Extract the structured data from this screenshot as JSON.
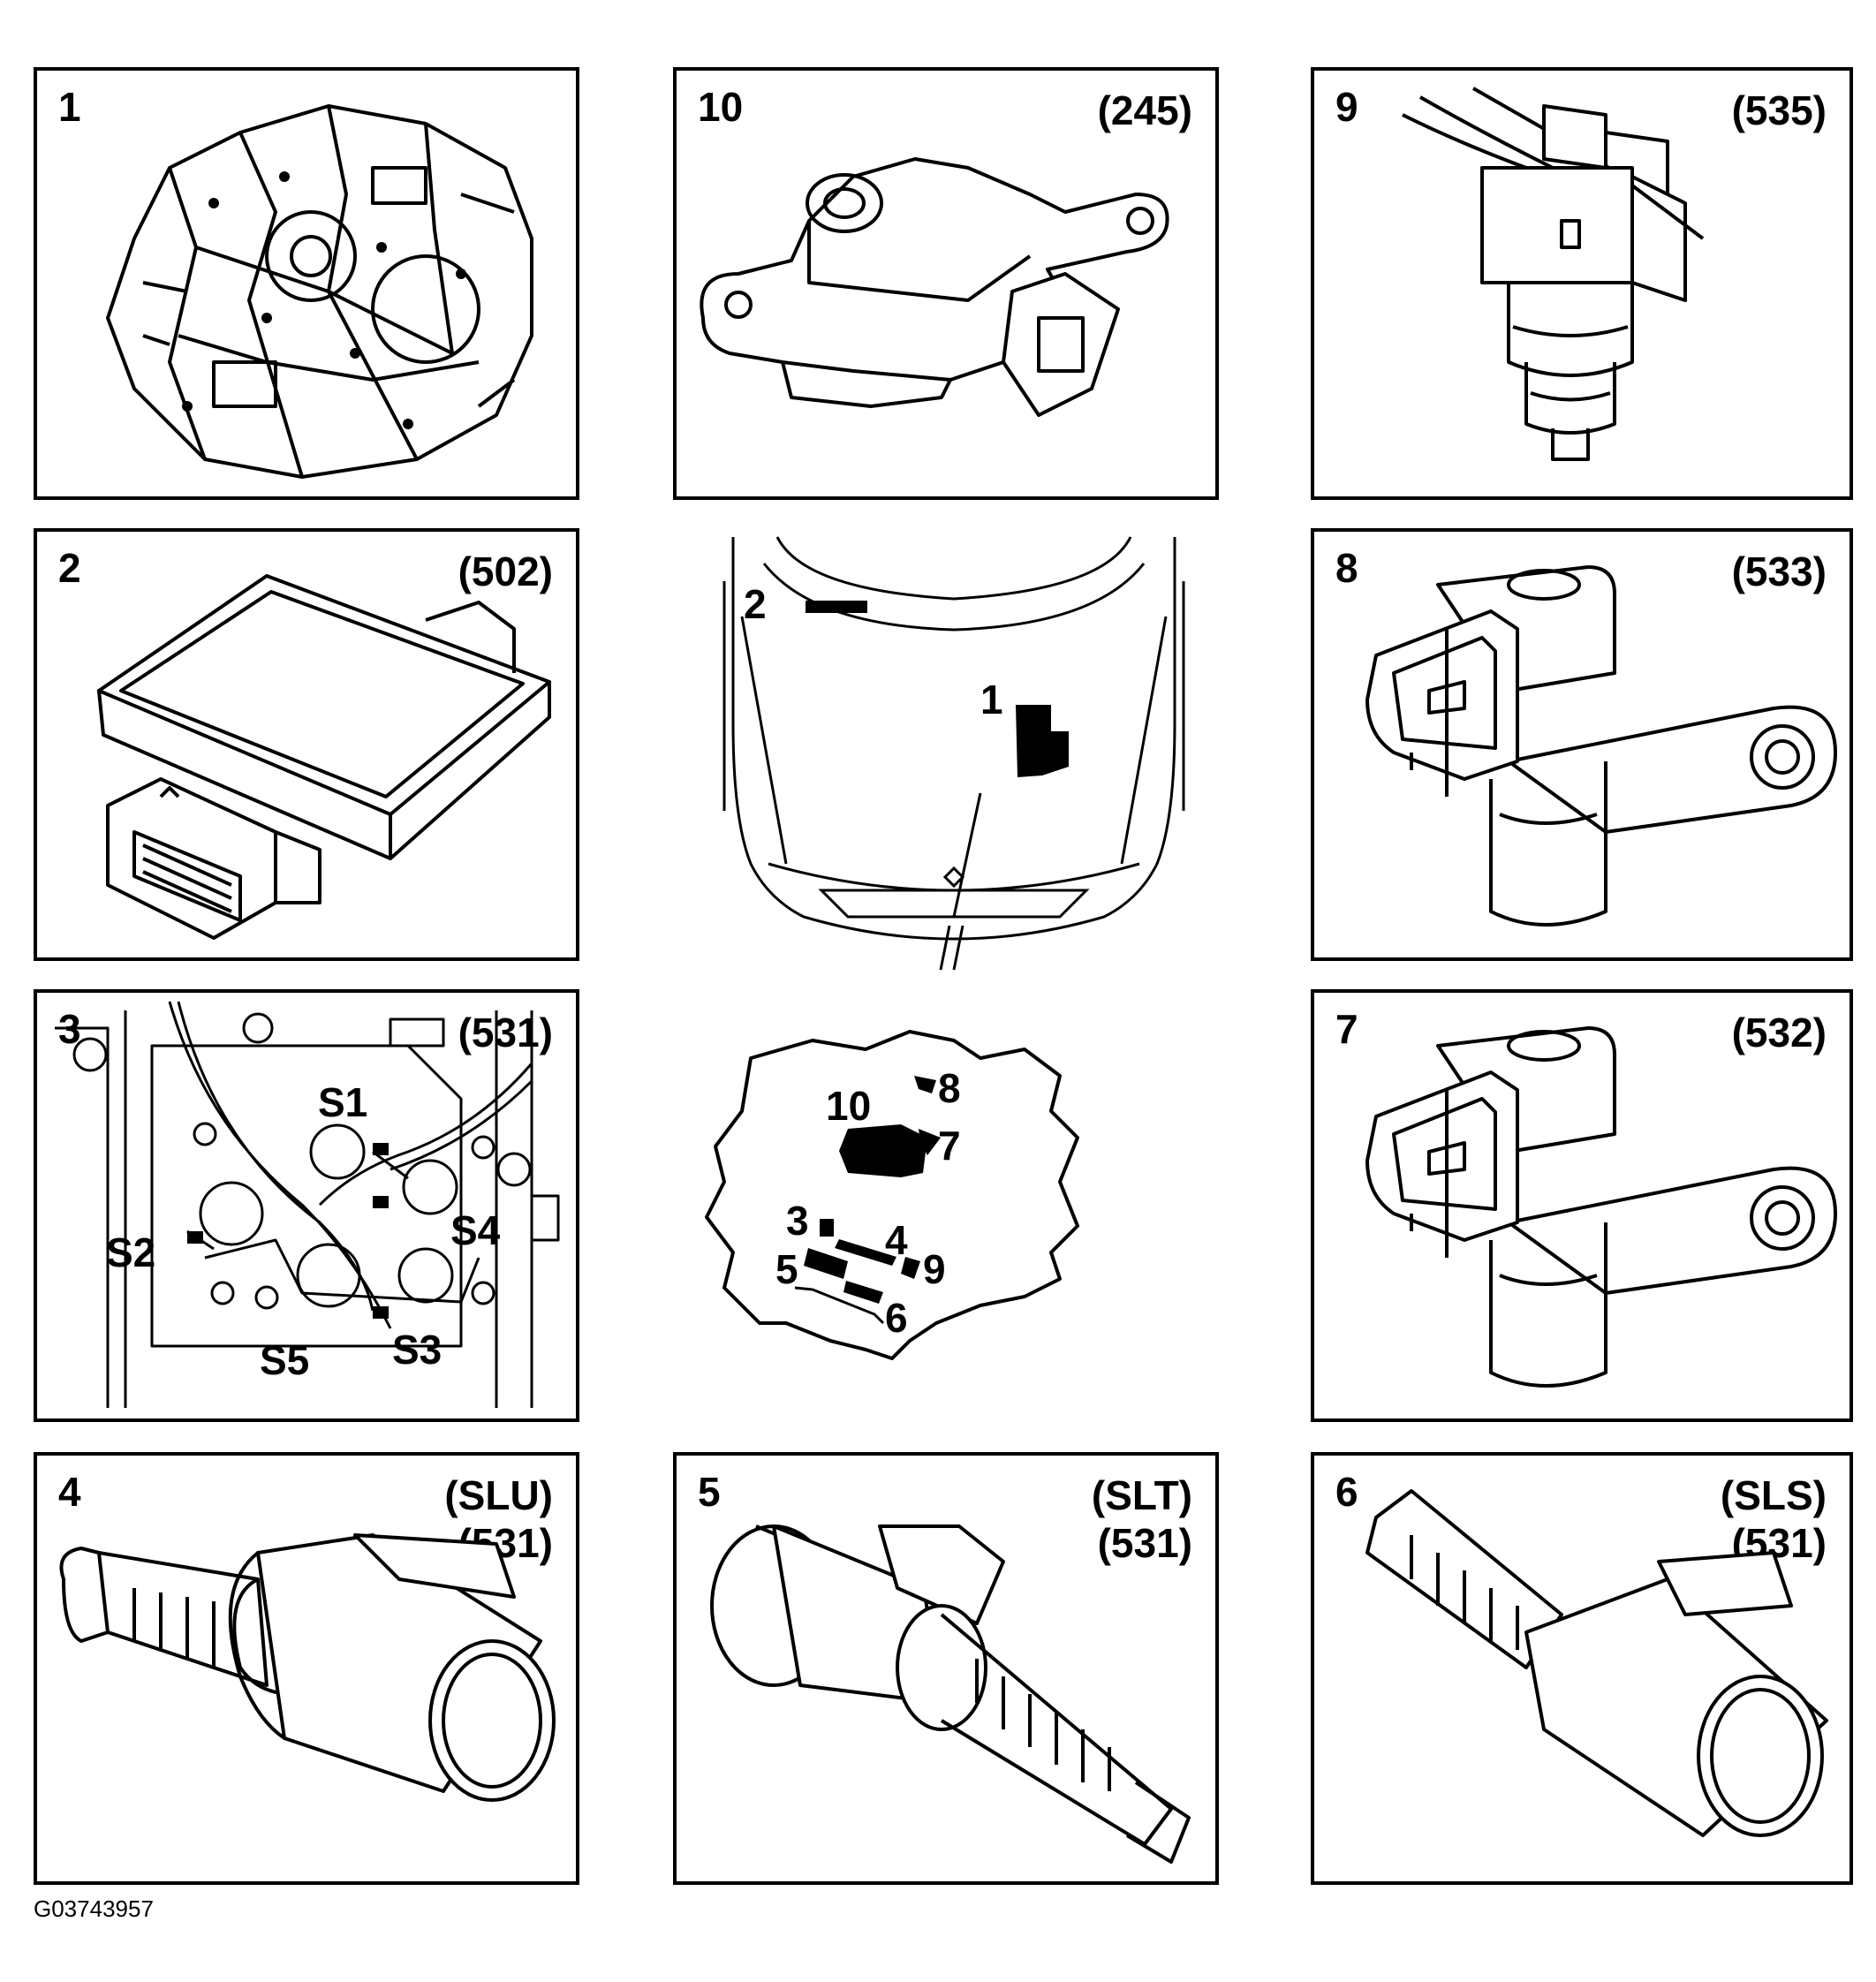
{
  "panels": [
    {
      "id": "transmission",
      "number": "1",
      "code": ""
    },
    {
      "id": "range-switch",
      "number": "10",
      "code": "(245)"
    },
    {
      "id": "sensor-9",
      "number": "9",
      "code": "(535)"
    },
    {
      "id": "control-module",
      "number": "2",
      "code": "(502)"
    },
    {
      "id": "sensor-8",
      "number": "8",
      "code": "(533)"
    },
    {
      "id": "valve-body",
      "number": "3",
      "code": "(531)"
    },
    {
      "id": "sensor-7",
      "number": "7",
      "code": "(532)"
    },
    {
      "id": "solenoid-4",
      "number": "4",
      "code_line1": "(SLU)",
      "code_line2": "(531)"
    },
    {
      "id": "solenoid-5",
      "number": "5",
      "code_line1": "(SLT)",
      "code_line2": "(531)"
    },
    {
      "id": "solenoid-6",
      "number": "6",
      "code_line1": "(SLS)",
      "code_line2": "(531)"
    }
  ],
  "valve_body_labels": {
    "s1": "S1",
    "s2": "S2",
    "s3": "S3",
    "s4": "S4",
    "s5": "S5"
  },
  "vehicle_labels": {
    "module": "2",
    "transmission": "1"
  },
  "layout_labels": {
    "l10": "10",
    "l8": "8",
    "l7": "7",
    "l3": "3",
    "l4": "4",
    "l9": "9",
    "l5": "5",
    "l6": "6"
  },
  "figure_id": "G03743957"
}
